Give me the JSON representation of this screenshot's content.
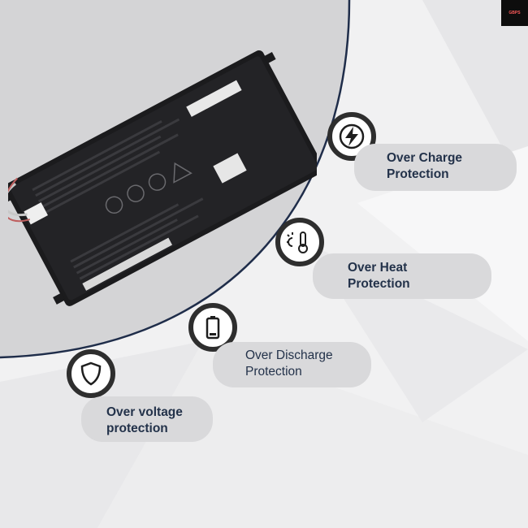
{
  "logo": {
    "text": "GBPS"
  },
  "features": [
    {
      "label": "Over Charge\nProtection",
      "icon": "lightning-bolt-icon",
      "weight": "bold"
    },
    {
      "label": "Over Heat\nProtection",
      "icon": "thermometer-sun-icon",
      "weight": "bold"
    },
    {
      "label": "Over Discharge\nProtection",
      "icon": "battery-icon",
      "weight": "normal"
    },
    {
      "label": "Over voltage\nprotection",
      "icon": "shield-icon",
      "weight": "bold"
    }
  ],
  "colors": {
    "pill": "#d9d9db",
    "text": "#23324a",
    "arc": "#1f2d4a",
    "badge_ring": "#2e2e2e"
  }
}
